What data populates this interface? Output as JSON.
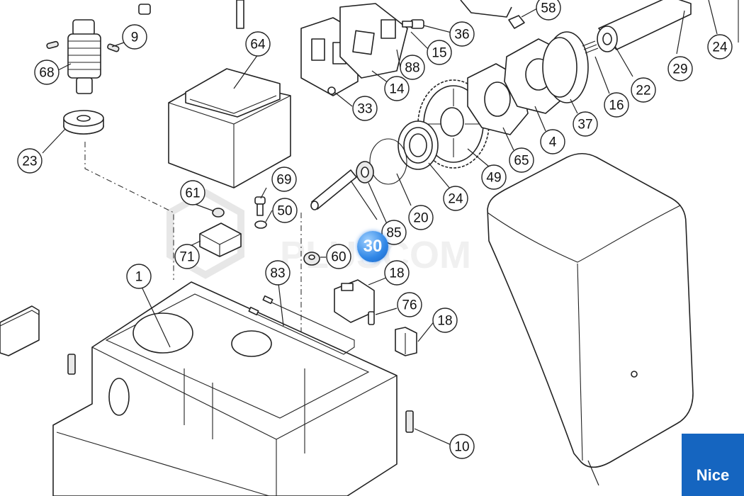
{
  "diagram": {
    "watermark": "PLUSCOM",
    "brand_logo": "Nice",
    "highlight_badge": "30",
    "callouts": [
      {
        "label": "1"
      },
      {
        "label": "4"
      },
      {
        "label": "9"
      },
      {
        "label": "10"
      },
      {
        "label": "14"
      },
      {
        "label": "15"
      },
      {
        "label": "16"
      },
      {
        "label": "18"
      },
      {
        "label": "18"
      },
      {
        "label": "20"
      },
      {
        "label": "22"
      },
      {
        "label": "23"
      },
      {
        "label": "24"
      },
      {
        "label": "24"
      },
      {
        "label": "29"
      },
      {
        "label": "33"
      },
      {
        "label": "36"
      },
      {
        "label": "37"
      },
      {
        "label": "49"
      },
      {
        "label": "50"
      },
      {
        "label": "58"
      },
      {
        "label": "60"
      },
      {
        "label": "61"
      },
      {
        "label": "64"
      },
      {
        "label": "65"
      },
      {
        "label": "68"
      },
      {
        "label": "69"
      },
      {
        "label": "71"
      },
      {
        "label": "76"
      },
      {
        "label": "83"
      },
      {
        "label": "85"
      },
      {
        "label": "88"
      }
    ]
  }
}
